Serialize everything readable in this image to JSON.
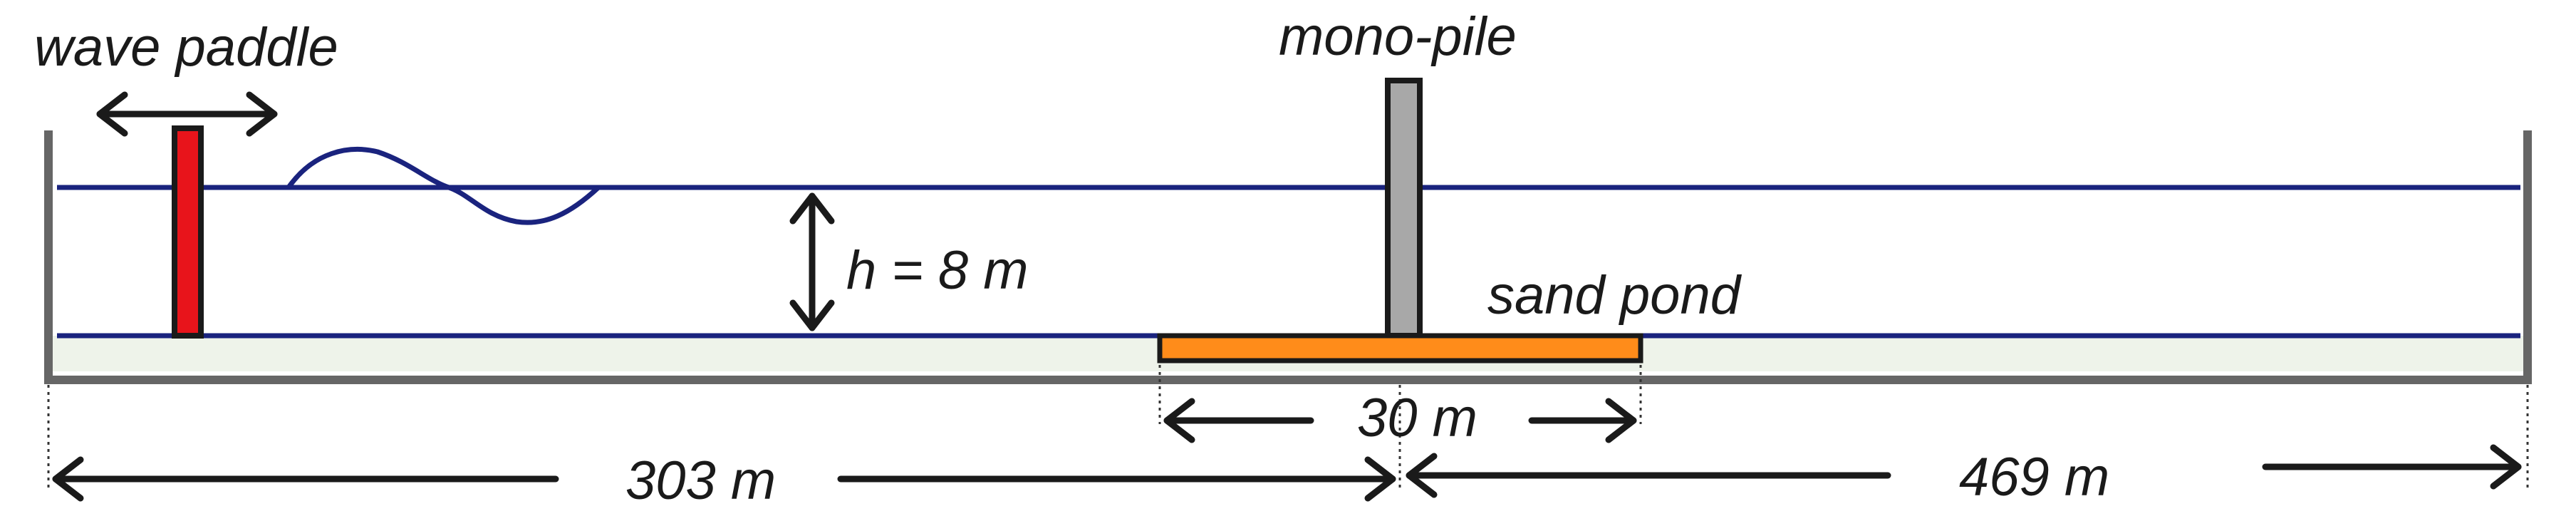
{
  "labels": {
    "wave_paddle": "wave paddle",
    "mono_pile": "mono-pile",
    "water_depth": "h = 8 m",
    "sand_pond": "sand pond",
    "pond_length": "30 m",
    "left_distance": "303 m",
    "right_distance": "469 m"
  },
  "colors": {
    "water_line": "#1a237e",
    "tank_wall": "#666666",
    "tank_floor_fill": "#eef3ea",
    "paddle_fill": "#e8141b",
    "pile_fill": "#a8a8a8",
    "sand_fill": "#ff8c1a",
    "outline": "#1a1a1a"
  },
  "icons": {
    "paddle_motion": "double-arrow-icon",
    "depth_marker": "double-arrow-icon"
  }
}
